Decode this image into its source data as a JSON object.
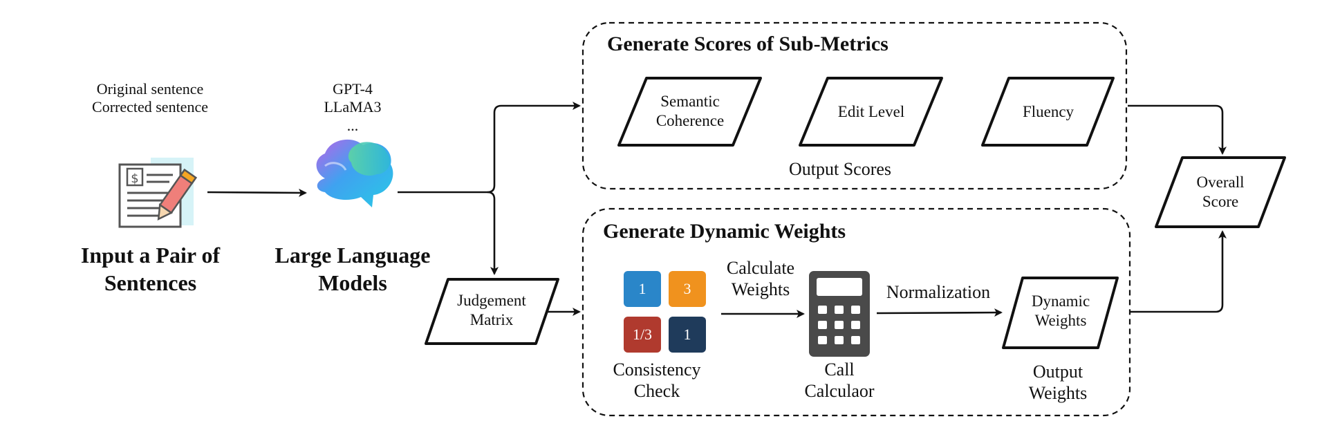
{
  "input": {
    "lines": [
      "Original sentence",
      "Corrected sentence"
    ],
    "title": [
      "Input a Pair of",
      "Sentences"
    ],
    "icon": "document-pen-icon"
  },
  "llm": {
    "lines": [
      "GPT-4",
      "LLaMA3",
      "..."
    ],
    "title": [
      "Large Language",
      "Models"
    ],
    "icon": "brain-icon"
  },
  "judgement_matrix": [
    "Judgement",
    "Matrix"
  ],
  "sub_metrics": {
    "title": "Generate Scores of Sub-Metrics",
    "items": [
      [
        "Semantic",
        "Coherence"
      ],
      [
        "Edit Level"
      ],
      [
        "Fluency"
      ]
    ],
    "caption": "Output Scores"
  },
  "dynamic_weights": {
    "title": "Generate Dynamic Weights",
    "matrix_cells": [
      {
        "value": "1",
        "color": "#2a86c9"
      },
      {
        "value": "3",
        "color": "#f0921e"
      },
      {
        "value": "1/3",
        "color": "#b03a2e"
      },
      {
        "value": "1",
        "color": "#1f3b5b"
      }
    ],
    "consistency": [
      "Consistency",
      "Check"
    ],
    "calc_label": [
      "Calculate",
      "Weights"
    ],
    "calculator": [
      "Call",
      "Calculaor"
    ],
    "calculator_icon": "calculator-icon",
    "normalization": "Normalization",
    "output_shape": [
      "Dynamic",
      "Weights"
    ],
    "output_caption": [
      "Output",
      "Weights"
    ]
  },
  "overall": [
    "Overall",
    "Score"
  ],
  "colors": {
    "line": "#111111",
    "calculator": "#4a4a4a"
  }
}
